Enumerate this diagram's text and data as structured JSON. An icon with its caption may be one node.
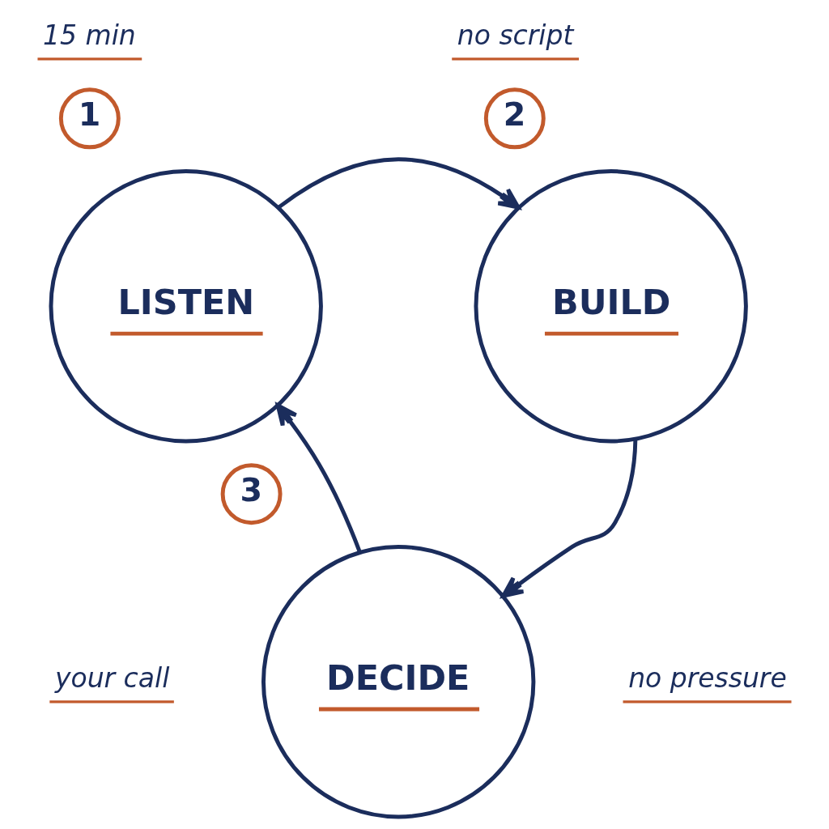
{
  "diagram": {
    "nodes": [
      {
        "text": [
          "1"
        ]
      },
      {
        "text": [
          "LISTEN"
        ]
      },
      {
        "text": [
          "2"
        ]
      },
      {
        "text": [
          "BUILD"
        ]
      },
      {
        "text": [
          "3"
        ]
      },
      {
        "text": [
          "DECIDE"
        ]
      }
    ],
    "edges": [
      {
        "from": 1,
        "to": 3,
        "arrow": "to"
      },
      {
        "from": 3,
        "to": 5,
        "arrow": "to"
      },
      {
        "from": 5,
        "to": 1,
        "arrow": "to"
      }
    ],
    "labels": [
      "15 min",
      "no script",
      "your call",
      "no pressure"
    ]
  }
}
